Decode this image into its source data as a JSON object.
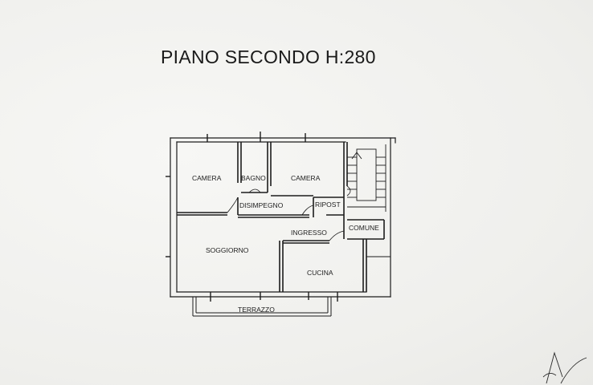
{
  "plan": {
    "title": "PIANO SECONDO H:280",
    "rooms": {
      "camera_1": "CAMERA",
      "bagno": "BAGNO",
      "camera_2": "CAMERA",
      "disimpegno": "DISIMPEGNO",
      "ripost": "RIPOST",
      "comune": "COMUNE",
      "ingresso": "INGRESSO",
      "soggiorno": "SOGGIORNO",
      "cucina": "CUCINA",
      "terrazzo": "TERRAZZO"
    }
  }
}
